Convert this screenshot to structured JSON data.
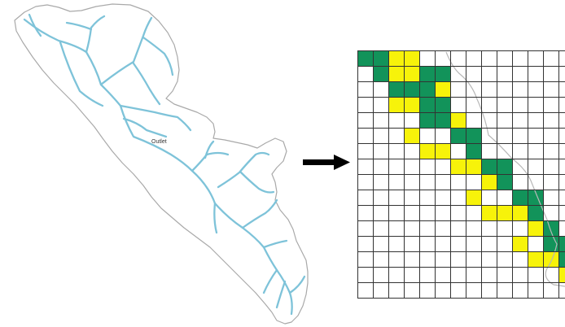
{
  "figure": {
    "watershed": {
      "station_label": "Outlet",
      "outline_color": "#a9a9a9",
      "stream_color": "#7ec3d9"
    },
    "arrow": {
      "icon": "right-arrow-icon",
      "color": "#000000"
    },
    "raster": {
      "columns": 14,
      "rows": 16,
      "grid_color": "#333333",
      "clipped_at_right_edge": true,
      "cell_colors": {
        "green": "#12935a",
        "yellow": "#f7f30a"
      },
      "green_cells": [
        [
          0,
          0
        ],
        [
          0,
          1
        ],
        [
          1,
          1
        ],
        [
          1,
          4
        ],
        [
          1,
          5
        ],
        [
          2,
          2
        ],
        [
          2,
          3
        ],
        [
          2,
          4
        ],
        [
          3,
          4
        ],
        [
          3,
          5
        ],
        [
          4,
          4
        ],
        [
          4,
          5
        ],
        [
          5,
          6
        ],
        [
          5,
          7
        ],
        [
          6,
          7
        ],
        [
          7,
          8
        ],
        [
          7,
          9
        ],
        [
          8,
          9
        ],
        [
          9,
          10
        ],
        [
          9,
          11
        ],
        [
          10,
          11
        ],
        [
          11,
          12
        ],
        [
          12,
          12
        ],
        [
          12,
          13
        ],
        [
          13,
          13
        ]
      ],
      "yellow_cells": [
        [
          0,
          2
        ],
        [
          0,
          3
        ],
        [
          1,
          2
        ],
        [
          1,
          3
        ],
        [
          2,
          5
        ],
        [
          3,
          2
        ],
        [
          3,
          3
        ],
        [
          4,
          6
        ],
        [
          5,
          3
        ],
        [
          6,
          4
        ],
        [
          6,
          5
        ],
        [
          7,
          6
        ],
        [
          7,
          7
        ],
        [
          8,
          8
        ],
        [
          9,
          7
        ],
        [
          10,
          8
        ],
        [
          10,
          9
        ],
        [
          10,
          10
        ],
        [
          11,
          11
        ],
        [
          12,
          10
        ],
        [
          13,
          11
        ],
        [
          13,
          12
        ],
        [
          14,
          13
        ]
      ]
    }
  }
}
